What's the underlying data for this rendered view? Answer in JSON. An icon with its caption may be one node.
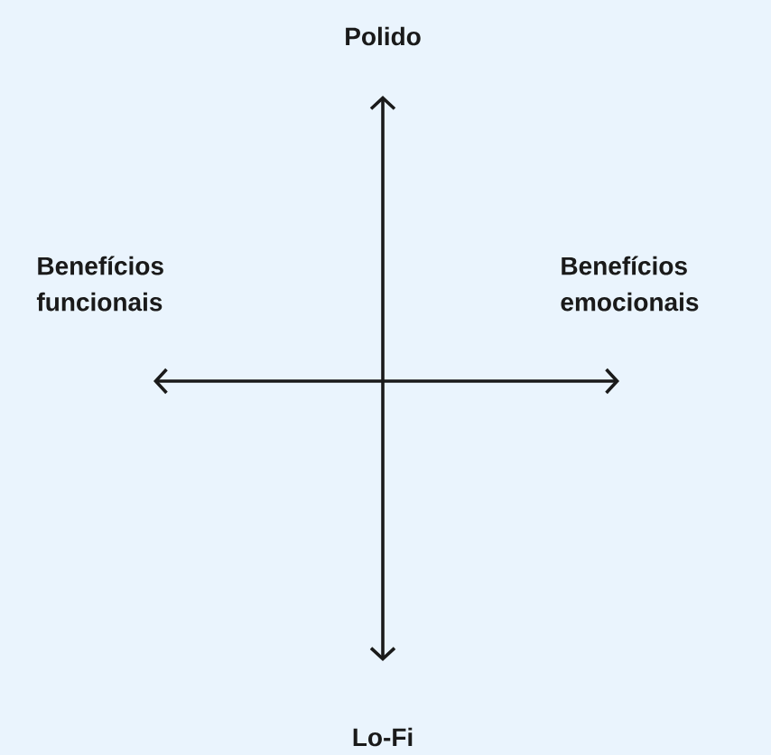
{
  "diagram": {
    "labels": [
      "Polido",
      "Benefícios funcionais",
      "Benefícios emocionais",
      "Lo-Fi"
    ]
  }
}
